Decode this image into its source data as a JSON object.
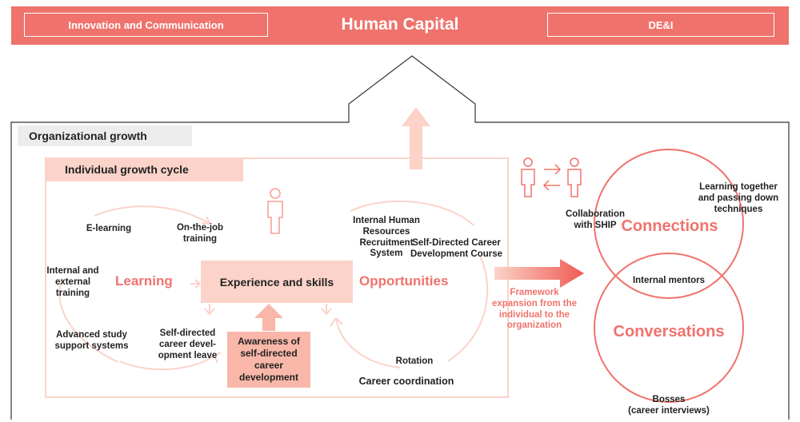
{
  "banner": {
    "left": "Innovation and Communication",
    "center": "Human Capital",
    "right": "DE&I"
  },
  "organizational_growth": "Organizational growth",
  "individual_cycle": "Individual growth cycle",
  "left_cycle": {
    "title": "Learning",
    "items": {
      "e_learning": "E-learning",
      "on_the_job": "On-the-job\ntraining",
      "internal_external": "Internal and\nexternal\ntraining",
      "advanced_study": "Advanced study\nsupport systems",
      "self_directed_leave": "Self-directed\ncareer devel-\nopment leave"
    }
  },
  "center_box": "Experience and skills",
  "awareness_box": "Awareness of\nself-directed career\ndevelopment",
  "right_cycle": {
    "title": "Opportunities",
    "items": {
      "recruitment": "Internal Human\nResources\nRecruitment System",
      "course": "Self-Directed Career\nDevelopment Course",
      "rotation": "Rotation",
      "career_coordination": "Career coordination"
    }
  },
  "framework": "Framework\nexpansion from the\nindividual to the\norganization",
  "connections": {
    "collaboration": "Collaboration\nwith SHIP",
    "connections_title": "Connections",
    "learning_together": "Learning together\nand passing down\ntechniques",
    "internal_mentors": "Internal mentors",
    "conversations_title": "Conversations",
    "bosses": "Bosses\n(career interviews)"
  },
  "colors": {
    "accent": "#ef736c",
    "pink_light": "#fbd3c9",
    "pink_mid": "#f8b7a9",
    "gray_tag": "#ececec"
  },
  "icons": [
    "person-icon",
    "exchange-arrows-icon"
  ]
}
